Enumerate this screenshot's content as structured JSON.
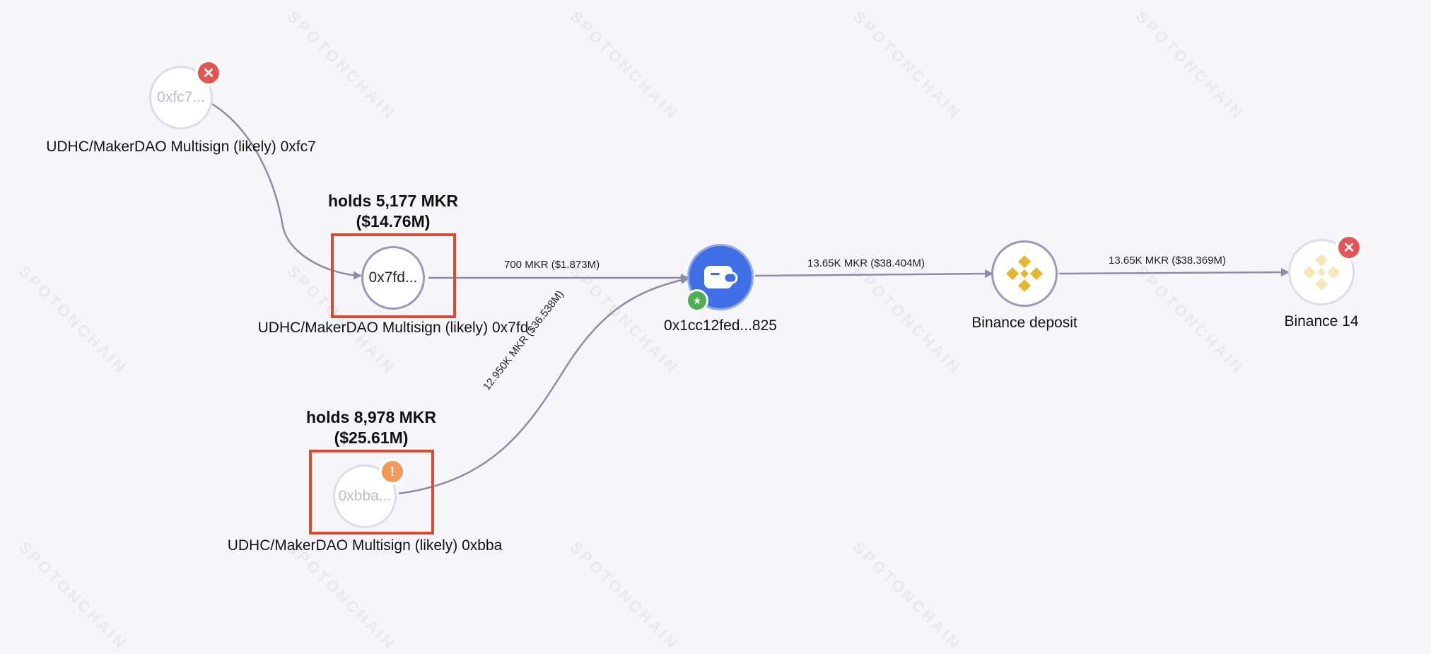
{
  "watermark": "SPOTONCHAIN",
  "colors": {
    "background": "#f6f6fa",
    "edge": "#8d8ba8",
    "highlight": "#e2472f",
    "wallet": "#3e6fe4",
    "binance": "#e8b52c"
  },
  "nodes": {
    "fc7": {
      "text": "0xfc7...",
      "label": "UDHC/MakerDAO Multisign (likely) 0xfc7",
      "badge": "close-icon"
    },
    "7fd": {
      "text": "0x7fd...",
      "label": "UDHC/MakerDAO Multisign (likely) 0x7fd",
      "holds_line1": "holds 5,177 MKR",
      "holds_line2": "($14.76M)"
    },
    "bba": {
      "text": "0xbba...",
      "label": "UDHC/MakerDAO Multisign (likely) 0xbba",
      "holds_line1": "holds 8,978 MKR",
      "holds_line2": "($25.61M)",
      "badge": "warning-icon"
    },
    "wallet": {
      "label": "0x1cc12fed...825",
      "icon": "wallet-icon",
      "badge": "star-icon"
    },
    "binance_deposit": {
      "label": "Binance deposit",
      "icon": "binance-logo-icon"
    },
    "binance14": {
      "label": "Binance 14",
      "icon": "binance-logo-icon",
      "badge": "close-icon"
    }
  },
  "edges": {
    "e1": "700 MKR ($1.873M)",
    "e2": "12.950K MKR ($36.538M)",
    "e3": "13.65K MKR ($38.404M)",
    "e4": "13.65K MKR ($38.369M)"
  },
  "badges": {
    "close": "✕",
    "warning": "!",
    "star": "★"
  }
}
